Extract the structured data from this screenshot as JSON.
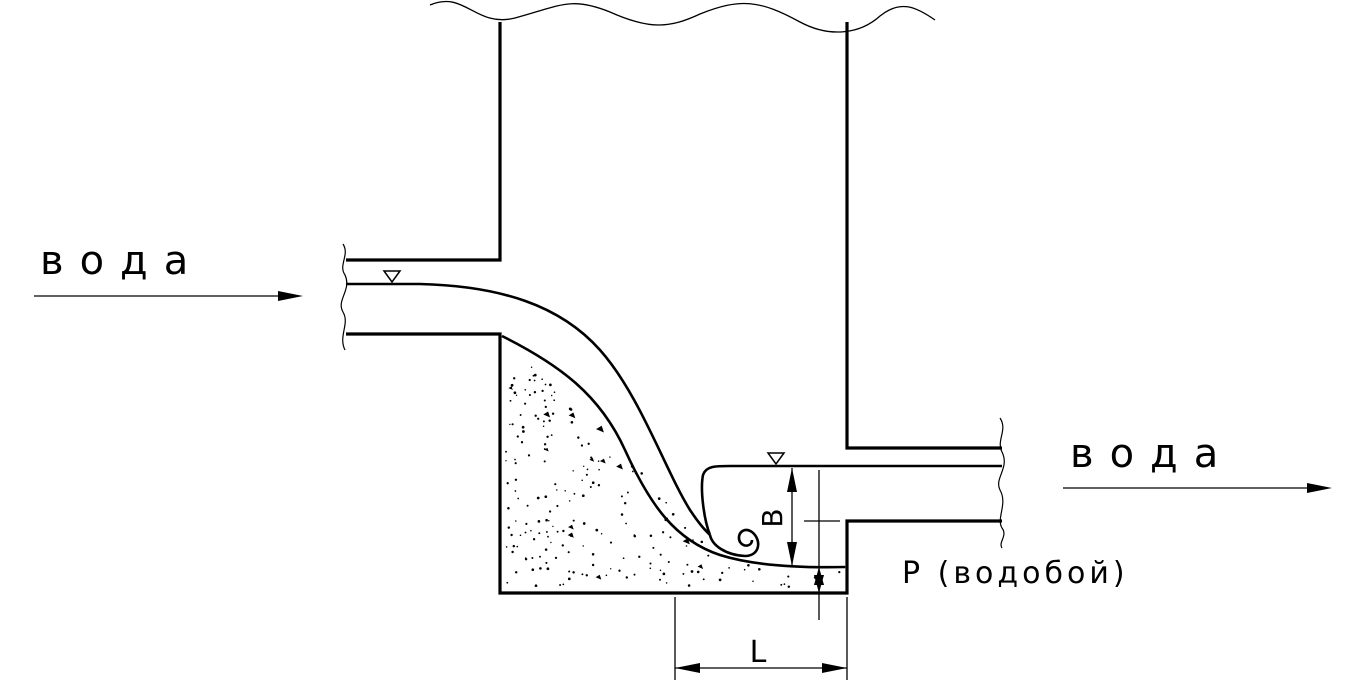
{
  "labels": {
    "water_in": "вода",
    "water_out": "вода",
    "height_b": "B",
    "length_l": "L",
    "basin": "P (водобой)"
  },
  "colors": {
    "line": "#000000",
    "background": "#ffffff"
  }
}
